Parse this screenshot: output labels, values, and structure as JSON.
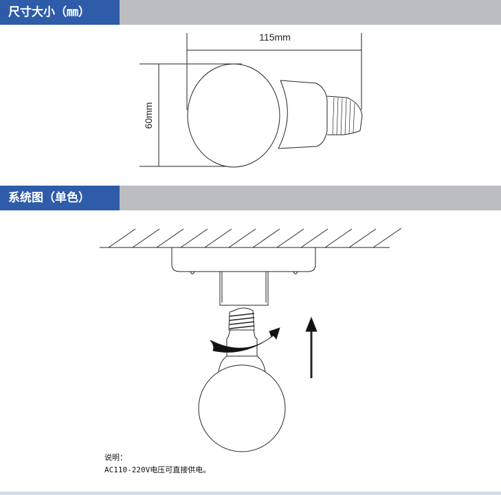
{
  "sections": [
    {
      "title": "尺寸大小（㎜）"
    },
    {
      "title": "系统图（单色）"
    }
  ],
  "dimensions": {
    "width": "115mm",
    "height": "60mm"
  },
  "note": {
    "label": "说明：",
    "text": "AC110-220V电压可直接供电。"
  },
  "colors": {
    "accent": "#2e5ca8",
    "bar": "#bcbdc0"
  }
}
